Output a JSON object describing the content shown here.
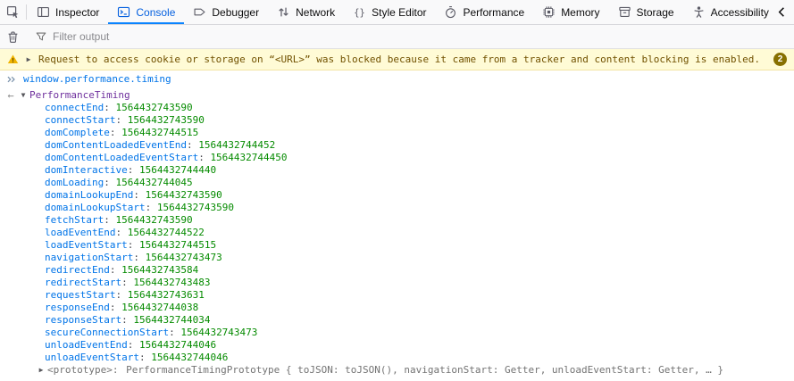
{
  "toolbar": {
    "tabs": [
      {
        "label": "Inspector"
      },
      {
        "label": "Console"
      },
      {
        "label": "Debugger"
      },
      {
        "label": "Network"
      },
      {
        "label": "Style Editor"
      },
      {
        "label": "Performance"
      },
      {
        "label": "Memory"
      },
      {
        "label": "Storage"
      },
      {
        "label": "Accessibility"
      }
    ],
    "selected_tab": "Console"
  },
  "filter_bar": {
    "placeholder": "Filter output"
  },
  "warning": {
    "message": "Request to access cookie or storage on “<URL>” was blocked because it came from a tracker and content blocking is enabled.",
    "count": "2"
  },
  "console": {
    "input_echo": "window.performance.timing",
    "result": {
      "class_name": "PerformanceTiming",
      "separator": ": ",
      "properties": [
        {
          "name": "connectEnd",
          "value": "1564432743590"
        },
        {
          "name": "connectStart",
          "value": "1564432743590"
        },
        {
          "name": "domComplete",
          "value": "1564432744515"
        },
        {
          "name": "domContentLoadedEventEnd",
          "value": "1564432744452"
        },
        {
          "name": "domContentLoadedEventStart",
          "value": "1564432744450"
        },
        {
          "name": "domInteractive",
          "value": "1564432744440"
        },
        {
          "name": "domLoading",
          "value": "1564432744045"
        },
        {
          "name": "domainLookupEnd",
          "value": "1564432743590"
        },
        {
          "name": "domainLookupStart",
          "value": "1564432743590"
        },
        {
          "name": "fetchStart",
          "value": "1564432743590"
        },
        {
          "name": "loadEventEnd",
          "value": "1564432744522"
        },
        {
          "name": "loadEventStart",
          "value": "1564432744515"
        },
        {
          "name": "navigationStart",
          "value": "1564432743473"
        },
        {
          "name": "redirectEnd",
          "value": "1564432743584"
        },
        {
          "name": "redirectStart",
          "value": "1564432743483"
        },
        {
          "name": "requestStart",
          "value": "1564432743631"
        },
        {
          "name": "responseEnd",
          "value": "1564432744038"
        },
        {
          "name": "responseStart",
          "value": "1564432744034"
        },
        {
          "name": "secureConnectionStart",
          "value": "1564432743473"
        },
        {
          "name": "unloadEventEnd",
          "value": "1564432744046"
        },
        {
          "name": "unloadEventStart",
          "value": "1564432744046"
        }
      ],
      "prototype": {
        "label": "<prototype>",
        "summary": "PerformanceTimingPrototype { toJSON: toJSON(), navigationStart: Getter, unloadEventStart: Getter, … }"
      }
    }
  },
  "colors": {
    "accent_blue": "#0a84ff",
    "selected_tab_text": "#0560df",
    "property_name": "#0074e8",
    "number_value": "#058b00",
    "object_class": "#6e2f9d",
    "warning_background": "#fffbd6",
    "warning_text": "#715100",
    "badge_background": "#877000",
    "toolbar_background": "#f9f9fa"
  }
}
